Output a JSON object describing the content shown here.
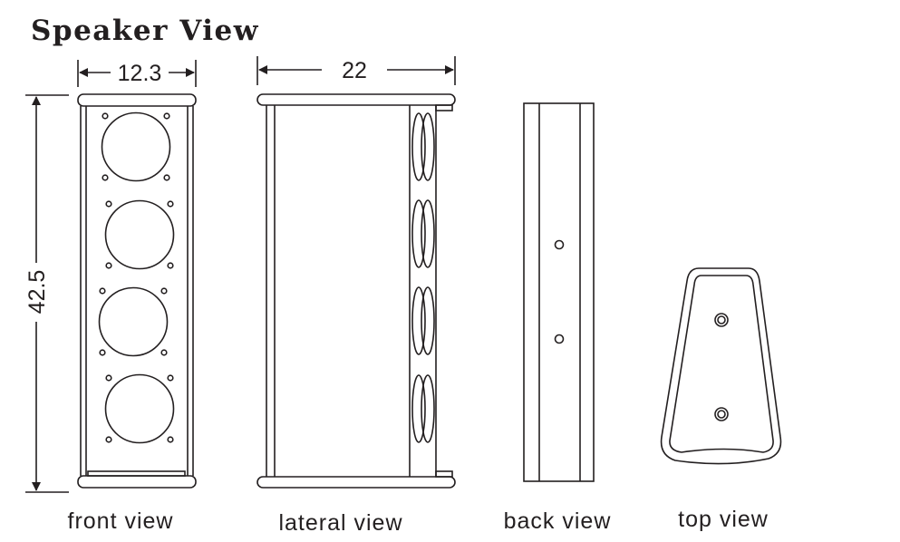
{
  "title": "Speaker View",
  "dimensions": {
    "width": "12.3",
    "depth": "22",
    "height": "42.5"
  },
  "views": {
    "front": "front view",
    "lateral": "lateral view",
    "back": "back view",
    "top": "top view"
  },
  "colors": {
    "line": "#231f20",
    "background": "#ffffff"
  }
}
